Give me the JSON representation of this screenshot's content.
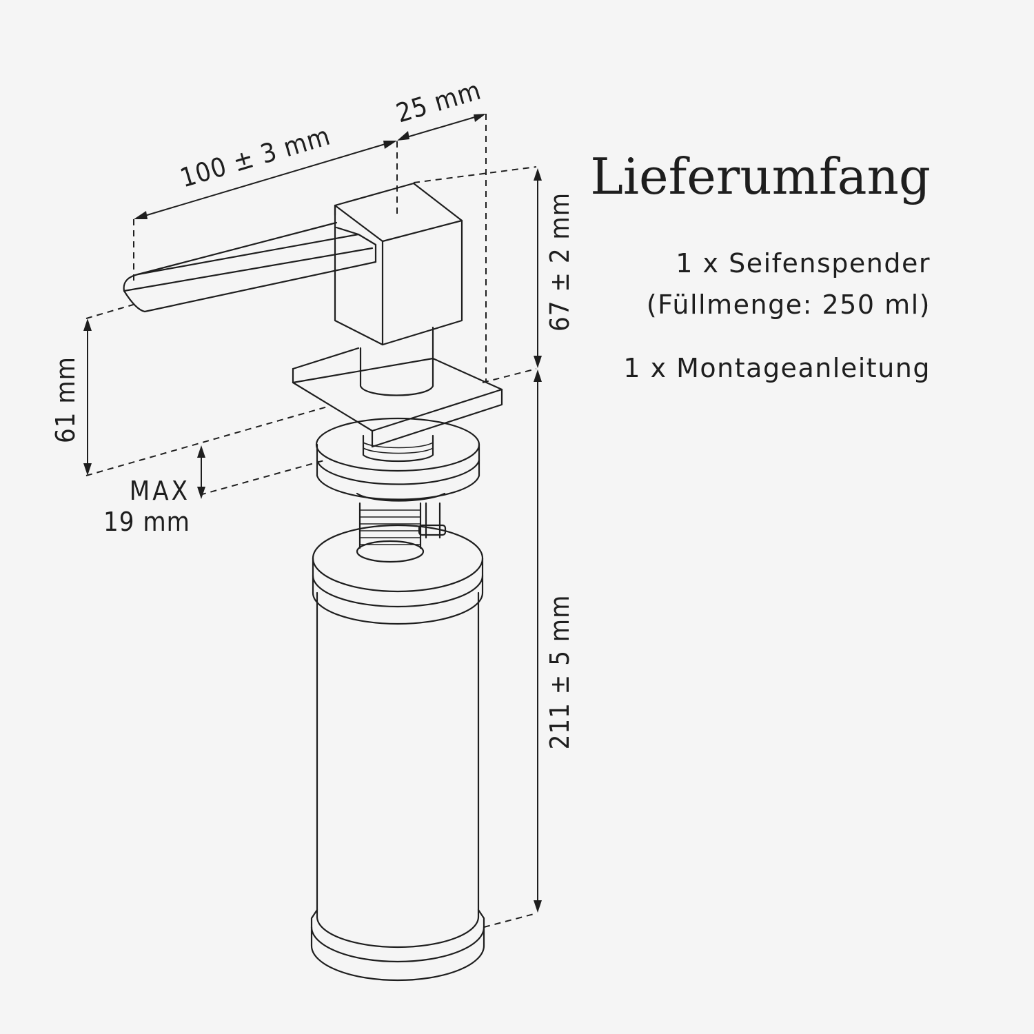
{
  "dimensions": {
    "spout_length": "100 ± 3 mm",
    "head_width": "25 mm",
    "head_height": "67 ± 2 mm",
    "spout_clearance": "61 mm",
    "max_label": "MAX",
    "max_thickness": "19 mm",
    "bottle_height": "211 ± 5 mm"
  },
  "panel": {
    "title": "Lieferumfang",
    "item1_line1": "1 x Seifenspender",
    "item1_line2": "(Füllmenge: 250 ml)",
    "item2": "1 x Montageanleitung"
  }
}
